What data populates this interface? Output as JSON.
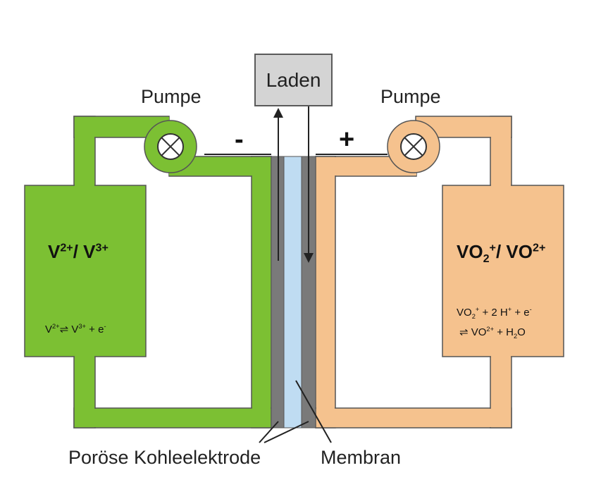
{
  "labels": {
    "pump_left": "Pumpe",
    "pump_right": "Pumpe",
    "charge": "Laden",
    "minus": "-",
    "plus": "+",
    "porous_electrode": "Poröse Kohleelektrode",
    "membrane": "Membran"
  },
  "left_tank": {
    "title_v2": "V",
    "title_v2_sup": "2+",
    "title_sep": "/ V",
    "title_v3_sup": "3+",
    "reaction_v2": "V",
    "reaction_v2_sup": "2+",
    "reaction_arrow": "⇌",
    "reaction_v3": " V",
    "reaction_v3_sup": "3+",
    "reaction_rest": " + e",
    "reaction_e_sup": "-"
  },
  "right_tank": {
    "title_vo2": "VO",
    "title_vo2_sub": "2",
    "title_vo2_sup": "+",
    "title_sep": "/ VO",
    "title_vo_sup": "2+",
    "line1_vo": "VO",
    "line1_sub": "2",
    "line1_sup": "+",
    "line1_rest": " + 2 H",
    "line1_h_sup": "+",
    "line1_e": " + e",
    "line1_e_sup": "-",
    "line2_arrow": "⇌ VO",
    "line2_sup": "2+",
    "line2_rest": " + H",
    "line2_sub": "2",
    "line2_o": "O"
  },
  "colors": {
    "anolyte": "#7cc033",
    "catholyte": "#f5c28e",
    "electrode": "#7a7a7a",
    "membrane": "#bfdcf2",
    "outline": "#555555"
  },
  "icons": {
    "pump_left": "pump-valve-icon",
    "pump_right": "pump-valve-icon",
    "arrow_up": "arrow-up-icon",
    "arrow_down": "arrow-down-icon"
  }
}
